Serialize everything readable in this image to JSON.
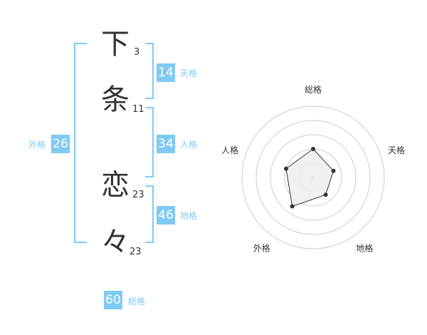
{
  "name_chars": [
    {
      "char": "下",
      "strokes": "3"
    },
    {
      "char": "条",
      "strokes": "11"
    },
    {
      "char": "恋",
      "strokes": "23"
    },
    {
      "char": "々",
      "strokes": "23"
    }
  ],
  "fortunes": {
    "tenkaku": {
      "value": "14",
      "label": "天格"
    },
    "jinkaku": {
      "value": "34",
      "label": "人格"
    },
    "chikaku": {
      "value": "46",
      "label": "地格"
    },
    "gaikaku": {
      "value": "26",
      "label": "外格"
    },
    "soukaku": {
      "value": "60",
      "label": "総格"
    }
  },
  "chart_data": {
    "type": "radar",
    "axes": [
      "総格",
      "天格",
      "地格",
      "外格",
      "人格"
    ],
    "values": [
      2,
      1.5,
      1.5,
      2.5,
      2
    ],
    "rmax": 5,
    "colors": {
      "fill": "#eeeeee",
      "stroke": "#333333",
      "ring": "#cccccc",
      "center": "#bbbbbb",
      "accent": "#7fcaf3"
    }
  }
}
